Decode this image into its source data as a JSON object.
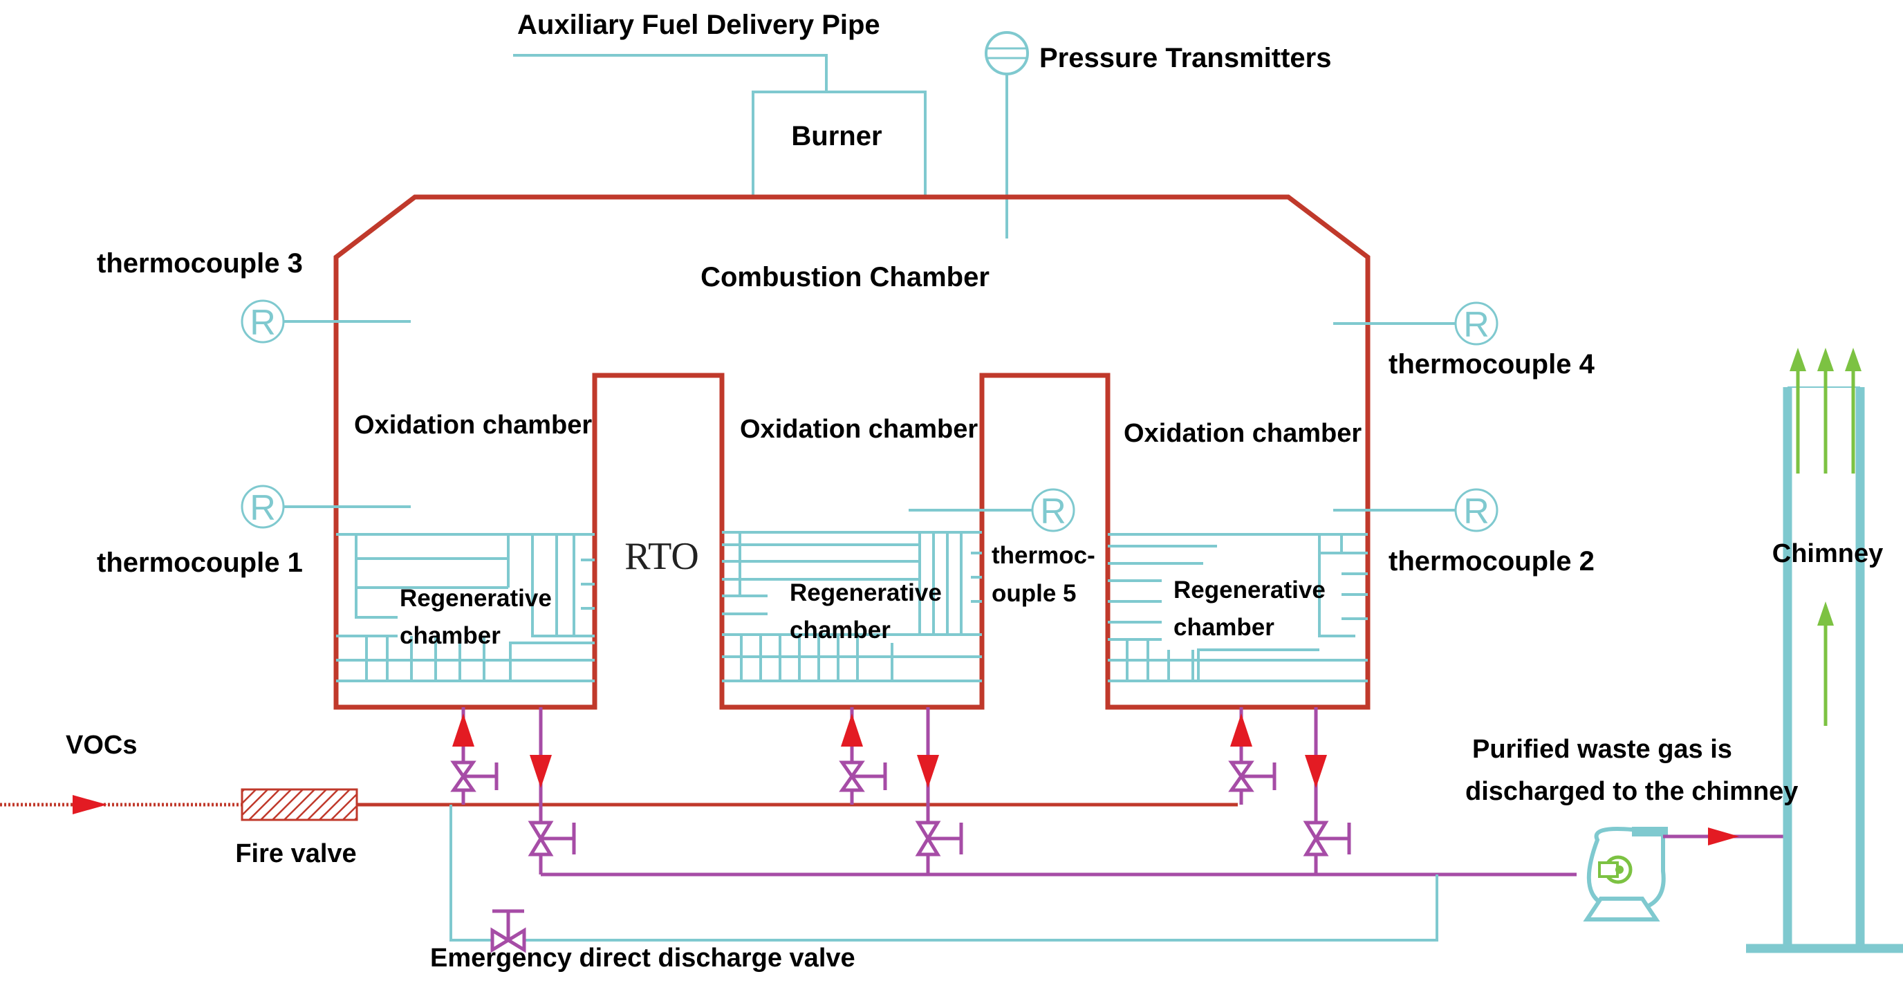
{
  "labels": {
    "auxiliary_fuel_pipe": "Auxiliary Fuel Delivery Pipe",
    "pressure_transmitters": "Pressure Transmitters",
    "burner": "Burner",
    "combustion_chamber": "Combustion Chamber",
    "thermocouple_1": "thermocouple 1",
    "thermocouple_2": "thermocouple 2",
    "thermocouple_3": "thermocouple 3",
    "thermocouple_4": "thermocouple 4",
    "thermocouple_5_line1": "thermoc-",
    "thermocouple_5_line2": "ouple 5",
    "oxidation_chamber": "Oxidation chamber",
    "regenerative_line1": "Regenerative",
    "regenerative_line2": "chamber",
    "rto": "RTO",
    "vocs": "VOCs",
    "fire_valve": "Fire valve",
    "emergency_valve": "Emergency direct discharge valve",
    "purified_line1": "Purified waste gas is",
    "purified_line2": "discharged to the chimney",
    "chimney": "Chimney"
  },
  "sensor_symbol": "R",
  "colors": {
    "chamber_wall": "#c0392b",
    "instrument_line": "#7fc9cf",
    "valve_pipe": "#a64ca6",
    "flow_arrow": "#e31b23",
    "exhaust_arrow": "#7cc242",
    "fan_body": "#7fc9cf",
    "fan_rotor": "#7cc242"
  }
}
